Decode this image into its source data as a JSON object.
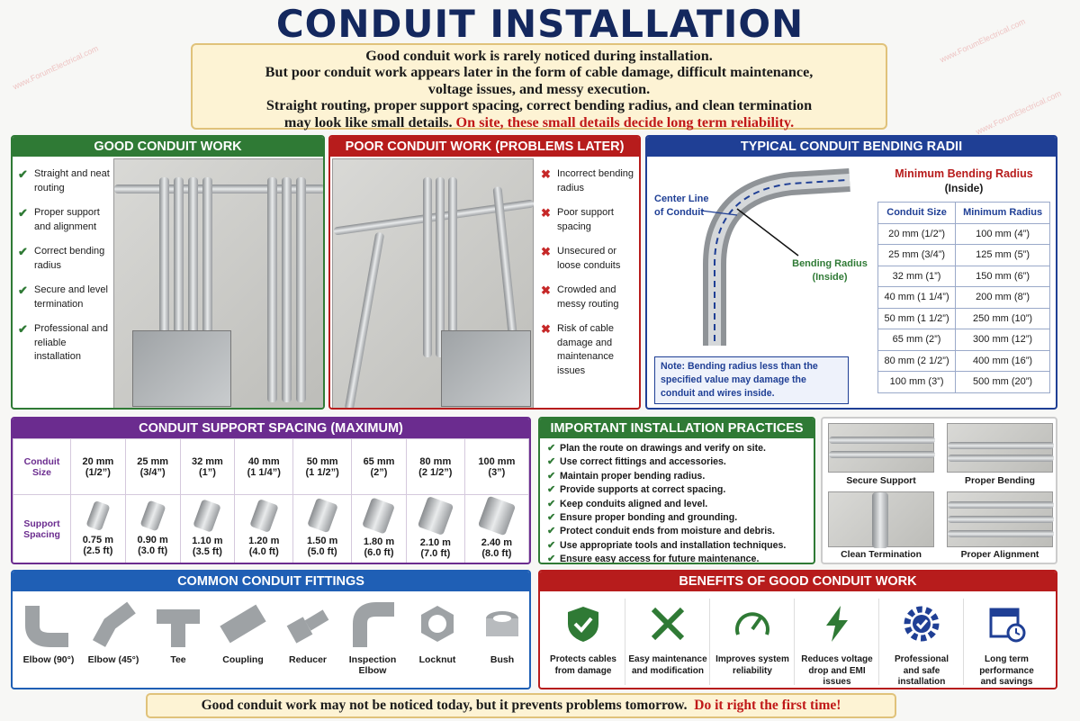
{
  "title": "CONDUIT INSTALLATION",
  "intro": {
    "line1": "Good conduit work is rarely noticed during installation.",
    "line2": "But poor conduit work appears later in the form of cable damage, difficult maintenance,",
    "line3": "voltage issues, and messy execution.",
    "line4": "Straight routing, proper support spacing, correct bending radius, and clean termination",
    "line5a": "may look like small details.",
    "line5b": "On site, these small details decide long term reliability."
  },
  "watermark": "www.ForumElectrical.com",
  "good": {
    "header": "GOOD CONDUIT WORK",
    "items": [
      "Straight and neat routing",
      "Proper support and alignment",
      "Correct bending radius",
      "Secure and level termination",
      "Professional and reliable installation"
    ]
  },
  "poor": {
    "header": "POOR CONDUIT WORK (PROBLEMS LATER)",
    "items": [
      "Incorrect bending radius",
      "Poor support spacing",
      "Unsecured or loose conduits",
      "Crowded and messy routing",
      "Risk of cable damage and maintenance issues"
    ]
  },
  "radii": {
    "header": "TYPICAL CONDUIT BENDING RADII",
    "center_line": "Center Line of Conduit",
    "bending_radius": "Bending Radius (Inside)",
    "table_title": "Minimum Bending Radius",
    "table_sub": "(Inside)",
    "col1": "Conduit Size",
    "col2": "Minimum Radius",
    "rows": [
      [
        "20 mm (1/2”)",
        "100 mm (4”)"
      ],
      [
        "25 mm (3/4”)",
        "125 mm (5”)"
      ],
      [
        "32 mm (1”)",
        "150 mm (6”)"
      ],
      [
        "40 mm (1 1/4”)",
        "200 mm (8”)"
      ],
      [
        "50 mm (1 1/2”)",
        "250 mm (10”)"
      ],
      [
        "65 mm (2”)",
        "300 mm (12”)"
      ],
      [
        "80 mm (2 1/2”)",
        "400 mm (16”)"
      ],
      [
        "100 mm (3”)",
        "500 mm (20”)"
      ]
    ],
    "note": "Note: Bending radius less than the specified value may damage the conduit and wires inside."
  },
  "support": {
    "header": "CONDUIT SUPPORT SPACING (MAXIMUM)",
    "row1_label": "Conduit Size",
    "row2_label": "Support Spacing",
    "sizes": [
      [
        "20 mm",
        "(1/2”)"
      ],
      [
        "25 mm",
        "(3/4”)"
      ],
      [
        "32 mm",
        "(1”)"
      ],
      [
        "40 mm",
        "(1 1/4”)"
      ],
      [
        "50 mm",
        "(1 1/2”)"
      ],
      [
        "65 mm",
        "(2”)"
      ],
      [
        "80 mm",
        "(2 1/2”)"
      ],
      [
        "100 mm",
        "(3”)"
      ]
    ],
    "spacing": [
      [
        "0.75 m",
        "(2.5 ft)"
      ],
      [
        "0.90 m",
        "(3.0 ft)"
      ],
      [
        "1.10 m",
        "(3.5 ft)"
      ],
      [
        "1.20 m",
        "(4.0 ft)"
      ],
      [
        "1.50 m",
        "(5.0 ft)"
      ],
      [
        "1.80 m",
        "(6.0 ft)"
      ],
      [
        "2.10 m",
        "(7.0 ft)"
      ],
      [
        "2.40 m",
        "(8.0 ft)"
      ]
    ]
  },
  "practices": {
    "header": "IMPORTANT INSTALLATION PRACTICES",
    "items": [
      "Plan the route on drawings and verify on site.",
      "Use correct fittings and accessories.",
      "Maintain proper bending radius.",
      "Provide supports at correct spacing.",
      "Keep conduits aligned and level.",
      "Ensure proper bonding and grounding.",
      "Protect conduit ends from moisture and debris.",
      "Use appropriate tools and installation techniques.",
      "Ensure easy access for future maintenance."
    ]
  },
  "photos": [
    "Secure Support",
    "Proper Bending",
    "Clean Termination",
    "Proper Alignment"
  ],
  "fittings": {
    "header": "COMMON CONDUIT FITTINGS",
    "items": [
      [
        "Elbow (90°)",
        ""
      ],
      [
        "Elbow (45°)",
        ""
      ],
      [
        "Tee",
        ""
      ],
      [
        "Coupling",
        ""
      ],
      [
        "Reducer",
        ""
      ],
      [
        "Inspection",
        "Elbow"
      ],
      [
        "Locknut",
        ""
      ],
      [
        "Bush",
        ""
      ]
    ]
  },
  "benefits": {
    "header": "BENEFITS OF GOOD CONDUIT WORK",
    "items": [
      {
        "icon": "shield-check-icon",
        "l1": "Protects cables",
        "l2": "from damage",
        "l3": ""
      },
      {
        "icon": "tools-icon",
        "l1": "Easy maintenance",
        "l2": "and modification",
        "l3": ""
      },
      {
        "icon": "gauge-icon",
        "l1": "Improves system",
        "l2": "reliability",
        "l3": ""
      },
      {
        "icon": "lightning-icon",
        "l1": "Reduces voltage",
        "l2": "drop and EMI issues",
        "l3": ""
      },
      {
        "icon": "gear-check-icon",
        "l1": "Professional",
        "l2": "and safe",
        "l3": "installation"
      },
      {
        "icon": "calendar-clock-icon",
        "l1": "Long term",
        "l2": "performance",
        "l3": "and savings"
      }
    ]
  },
  "footer": {
    "a": "Good conduit work may not be noticed today, but it prevents problems tomorrow.",
    "b": "Do it right the first time!"
  },
  "colors": {
    "navy": "#14285e",
    "green": "#2f7a35",
    "red": "#b71c1c",
    "blue": "#1f3f95",
    "purple": "#6b2c8f"
  }
}
